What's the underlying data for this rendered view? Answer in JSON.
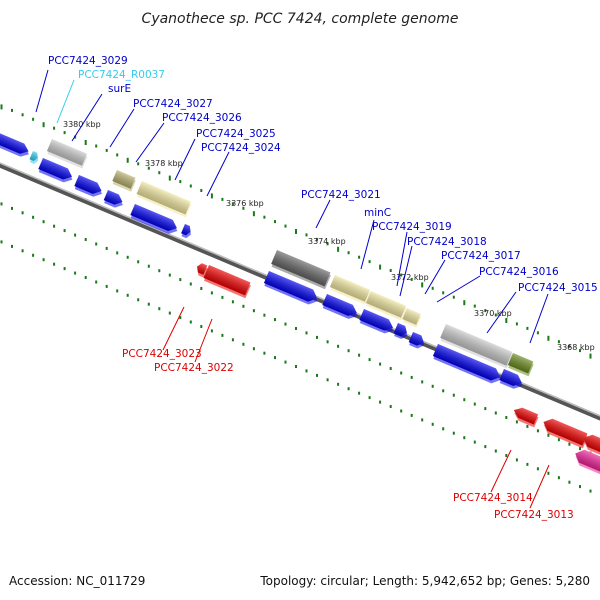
{
  "title": "Cyanothece sp. PCC 7424, complete genome",
  "footer": {
    "accession": "Accession: NC_011729",
    "topology": "Topology: circular; Length: 5,942,652 bp; Genes: 5,280"
  },
  "colors": {
    "cds_forward": "#0000ee",
    "cds_reverse": "#ee0000",
    "rna": "#33ccee",
    "pink": "#ee2299",
    "gray": "#c8c8c8",
    "darkgray": "#666666",
    "khaki": "#b8b070",
    "pale": "#f0e6a0",
    "olive": "#6b8a1e",
    "tick": "#1a7a1a"
  },
  "ticks": [
    "3380 kbp",
    "3378 kbp",
    "3376 kbp",
    "3374 kbp",
    "3372 kbp",
    "3370 kbp",
    "3368 kbp"
  ],
  "labels": {
    "g3029": "PCC7424_3029",
    "r0037": "PCC7424_R0037",
    "surE": "surE",
    "g3027": "PCC7424_3027",
    "g3026": "PCC7424_3026",
    "g3025": "PCC7424_3025",
    "g3024": "PCC7424_3024",
    "g3021": "PCC7424_3021",
    "minC": "minC",
    "g3019": "PCC7424_3019",
    "g3018": "PCC7424_3018",
    "g3017": "PCC7424_3017",
    "g3016": "PCC7424_3016",
    "g3015": "PCC7424_3015",
    "g3023": "PCC7424_3023",
    "g3022": "PCC7424_3022",
    "g3014": "PCC7424_3014",
    "g3013": "PCC7424_3013"
  }
}
